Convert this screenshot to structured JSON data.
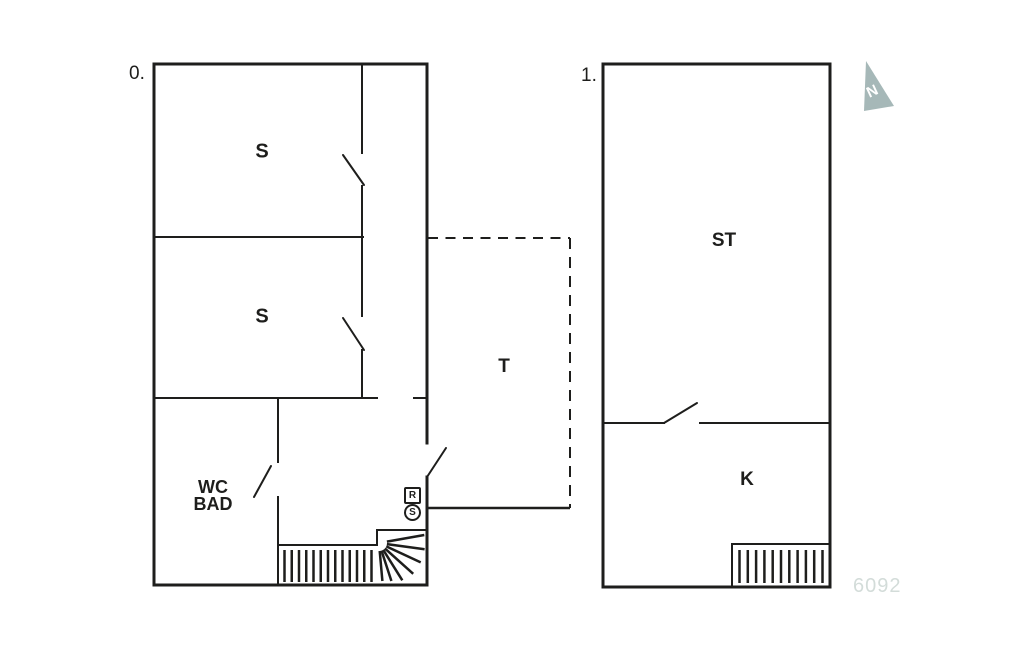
{
  "colors": {
    "line": "#1e1e1c",
    "compass_fill": "#a6b8b8",
    "plan_number_text": "#d3dcd9",
    "background": "#ffffff"
  },
  "floor0": {
    "floor_label": "0.",
    "room_s1_label": "S",
    "room_s2_label": "S",
    "wc_bad_line1": "WC",
    "wc_bad_line2": "BAD",
    "terrace_label": "T",
    "r_symbol": "R",
    "s_symbol": "S"
  },
  "floor1": {
    "floor_label": "1.",
    "room_st_label": "ST",
    "room_k_label": "K"
  },
  "compass": {
    "north_label": "N"
  },
  "plan_number": "6092"
}
